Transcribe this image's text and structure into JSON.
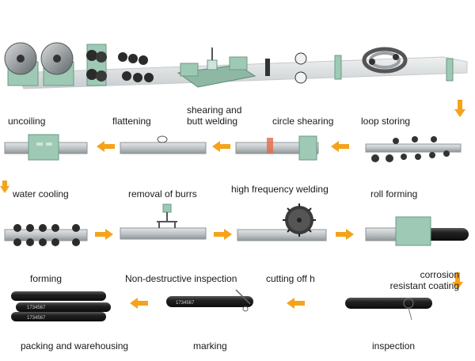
{
  "colors": {
    "arrow": "#f5a31a",
    "steel": "#b9bfc2",
    "green": "#9ec9b4",
    "dark_pipe": "#1e1e1e",
    "text": "#1a1a1a"
  },
  "labels": {
    "uncoiling": "uncoiling",
    "flattening": "flattening",
    "shearing_line1": "shearing and",
    "shearing_line2": "butt welding",
    "circle_shearing": "circle shearing",
    "loop_storing": "loop storing",
    "water_cooling": "water cooling",
    "removal_of_burrs": "removal of burrs",
    "high_frequency_welding": "high frequency welding",
    "roll_forming": "roll forming",
    "forming": "forming",
    "non_destructive_inspection": "Non-destructive inspection",
    "cutting_off": "cutting off h",
    "corrosion_line1": "corrosion",
    "corrosion_line2": "resistant coating",
    "packing": "packing and warehousing",
    "marking": "marking",
    "inspection": "inspection"
  },
  "pipe_marks": {
    "mark1": "1734567",
    "mark2": "1734567",
    "mark3": "1734567"
  }
}
